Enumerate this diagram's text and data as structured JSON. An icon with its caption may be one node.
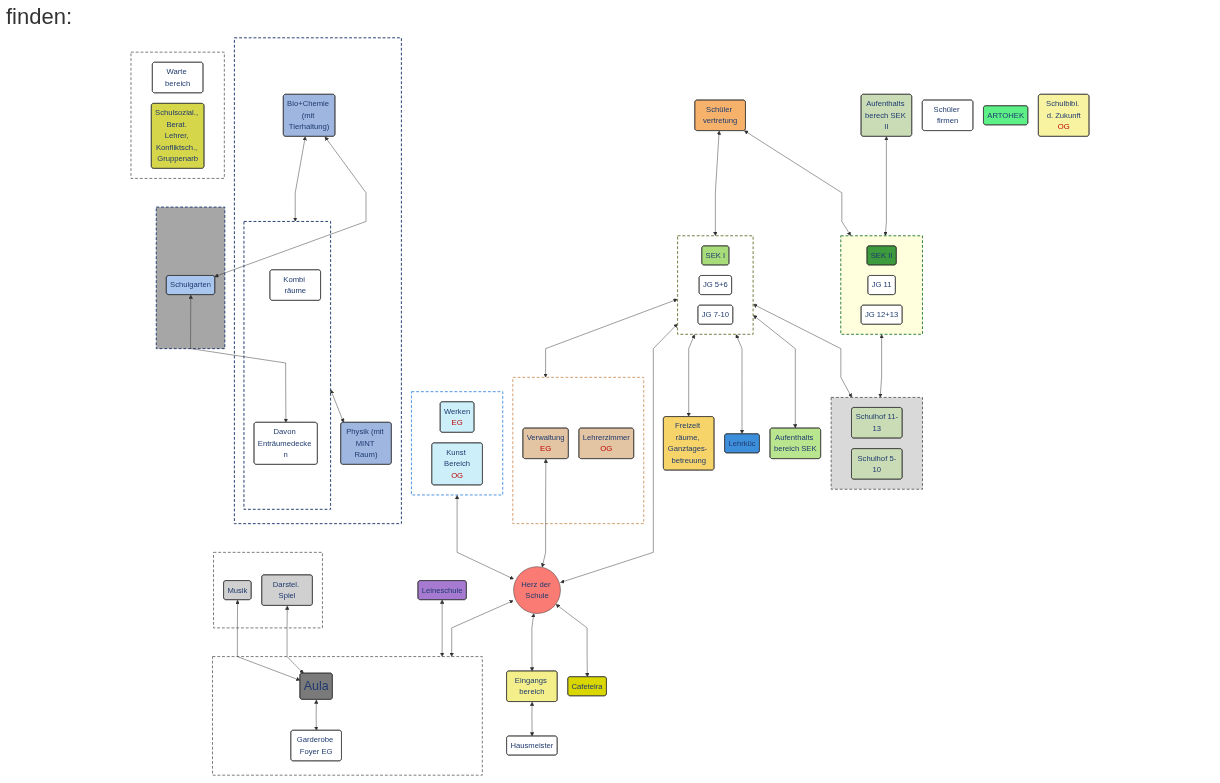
{
  "diagram": {
    "nodes": [
      {
        "text": [],
        "shape": "box"
      },
      {
        "text": [
          "Schulhof 11-13"
        ],
        "in": 0
      },
      {
        "text": [
          "Schulhof 5-10"
        ],
        "in": 0
      },
      {
        "text": [
          "Schüler vertretung"
        ]
      },
      {
        "text": [
          "Aufenthalts berech SEK II"
        ]
      },
      {
        "text": [],
        "shape": "box"
      },
      {
        "text": [
          "SEK II"
        ],
        "in": 5
      },
      {
        "text": [
          "JG 11"
        ],
        "in": 5
      },
      {
        "text": [
          "JG 12+13"
        ],
        "in": 5
      },
      {
        "text": [],
        "shape": "box"
      },
      {
        "text": [
          "Bio+Chemie (mit Tierhaltung)"
        ],
        "in": 9
      },
      {
        "text": [],
        "shape": "box",
        "in": 9
      },
      {
        "text": [
          "Kombi räume"
        ],
        "in": 11
      },
      {
        "text": [
          "Davon Enträumedecke n"
        ],
        "in": 11
      },
      {
        "text": [
          "Physik (mit MINT Raum)"
        ],
        "in": 9
      },
      {
        "text": [],
        "shape": "box"
      },
      {
        "text": [
          "SEK I"
        ],
        "in": 15
      },
      {
        "text": [
          "JG 5+6"
        ],
        "in": 15
      },
      {
        "text": [
          "JG 7-10"
        ],
        "in": 15
      },
      {
        "text": [
          "Schüler firmen"
        ]
      },
      {
        "text": [
          "Aufenthalts bereich SEK"
        ]
      },
      {
        "text": [
          "Lehrküc"
        ]
      },
      {
        "text": [
          "Freizeit räume, Ganztages- betreuung"
        ]
      },
      {
        "text": [],
        "shape": "box"
      },
      {
        "text": [
          "Schulgarten"
        ],
        "in": 23
      },
      {
        "text": [],
        "shape": "box"
      },
      {
        "text": [
          "Werken",
          "EG"
        ],
        "in": 25
      },
      {
        "text": [
          "Kunst Bereich",
          "OG"
        ],
        "in": 25
      },
      {
        "text": [
          "Herz der Schule"
        ]
      },
      {
        "text": [
          "ARTOHEK"
        ]
      },
      {
        "text": [],
        "shape": "box"
      },
      {
        "text": [
          "Verwaltung",
          "EG"
        ],
        "in": 30
      },
      {
        "text": [
          "Lehrerzimmer",
          "OG"
        ],
        "in": 30
      },
      {
        "text": [
          "Schulbibi. d. Zukunft",
          "OG"
        ]
      },
      {
        "text": [
          "Leineschule"
        ]
      },
      {
        "text": [],
        "shape": "box"
      },
      {
        "text": [
          "Aula"
        ],
        "in": 35
      },
      {
        "text": [
          "Garderobe Foyer EG"
        ],
        "in": 35
      },
      {
        "text": [
          "Cafeteira"
        ]
      },
      {
        "text": [],
        "shape": "box"
      },
      {
        "text": [
          "Musik"
        ],
        "in": 39
      },
      {
        "text": [
          "Darstel. Spiel"
        ],
        "in": 39
      },
      {
        "text": [],
        "shape": "box"
      },
      {
        "text": [
          "Warte bereich"
        ],
        "in": 42
      },
      {
        "text": [
          "Schulsozial., Berat. Lehrer, Konfliktsch., Gruppenarb"
        ],
        "in": 42
      },
      {
        "text": [
          "Eingangs bereich"
        ]
      },
      {
        "text": [
          "Hausmeister"
        ]
      }
    ],
    "edges": [
      {
        "from": 5,
        "to": 0,
        "arrow": "both"
      },
      {
        "from": 15,
        "to": 0,
        "arrow": "both"
      },
      {
        "from": 3,
        "to": 5,
        "arrow": "both"
      },
      {
        "from": 3,
        "to": 15,
        "arrow": "both"
      },
      {
        "from": 4,
        "to": 5,
        "arrow": "both"
      },
      {
        "from": 10,
        "to": 11,
        "arrow": "both"
      },
      {
        "from": 11,
        "to": 14,
        "arrow": "both"
      },
      {
        "from": 10,
        "to": 24,
        "arrow": "both"
      },
      {
        "from": 24,
        "to": 13,
        "arrow": "both"
      },
      {
        "from": 15,
        "to": 20,
        "arrow": "both"
      },
      {
        "from": 15,
        "to": 21,
        "arrow": "both"
      },
      {
        "from": 15,
        "to": 22,
        "arrow": "both"
      },
      {
        "from": 15,
        "to": 28,
        "arrow": "both"
      },
      {
        "from": 15,
        "to": 30,
        "arrow": "both"
      },
      {
        "from": 25,
        "to": 28,
        "arrow": "both"
      },
      {
        "from": 31,
        "to": 28,
        "arrow": "both"
      },
      {
        "from": 28,
        "to": 35,
        "arrow": "both"
      },
      {
        "from": 28,
        "to": 38,
        "arrow": "both"
      },
      {
        "from": 28,
        "to": 45,
        "arrow": "both"
      },
      {
        "from": 45,
        "to": 46,
        "arrow": "both"
      },
      {
        "from": 34,
        "to": 35,
        "arrow": "both"
      },
      {
        "from": 36,
        "to": 37,
        "arrow": "both"
      },
      {
        "from": 40,
        "to": 36,
        "arrow": "both"
      },
      {
        "from": 41,
        "to": 36,
        "arrow": "both"
      }
    ],
    "labels": [
      "finden:"
    ]
  }
}
